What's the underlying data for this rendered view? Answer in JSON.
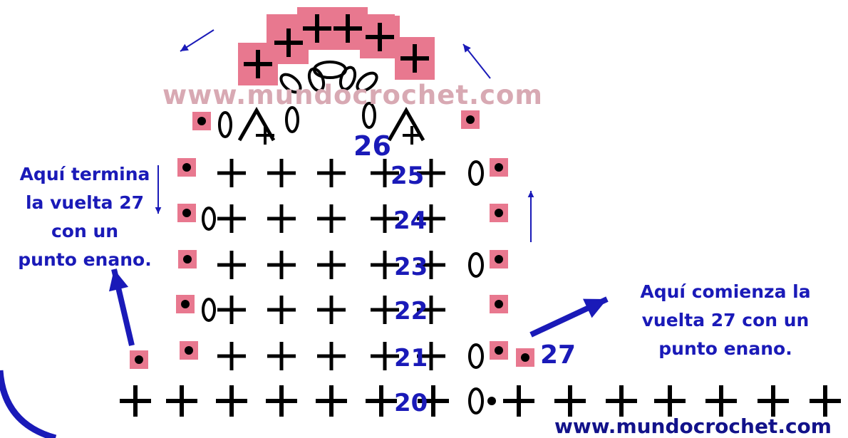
{
  "watermark_top": "www.mundocrochet.com",
  "watermark_bottom": "www.mundocrochet.com",
  "note_left": [
    "Aquí termina",
    "la vuelta 27",
    "con un",
    "punto enano."
  ],
  "note_right": [
    "Aquí comienza la",
    "vuelta 27 con un",
    "punto enano."
  ],
  "row_labels": [
    "20",
    "21",
    "22",
    "23",
    "24",
    "25",
    "26",
    "27"
  ],
  "colors": {
    "stitch": "#000000",
    "highlight": "#e8788f",
    "text": "#1a1ab8",
    "border": "#1a1ab8"
  },
  "legend_symbols": {
    "single_crochet": "plus-icon",
    "chain": "oval-icon",
    "slip_stitch": "dot-icon",
    "decrease": "caret-icon"
  }
}
